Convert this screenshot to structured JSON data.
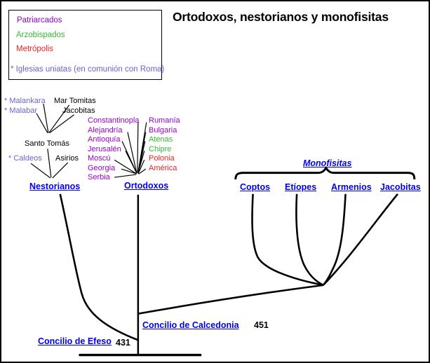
{
  "title": "Ortodoxos, nestorianos y monofisitas",
  "colors": {
    "patriarcado": "#9900CC",
    "arzobispado": "#33BB33",
    "metropolis": "#EE2222",
    "uniate": "#6666CC",
    "link": "#0000EE",
    "line": "#000000"
  },
  "legend": {
    "patriarcados": "Patriarcados",
    "arzobispados": "Arzobispados",
    "metropolis": "Metrópolis",
    "uniatas": "* Iglesias uniatas (en comunión con Roma)"
  },
  "nestorians": {
    "malankara": "* Malankara",
    "mar_tomitas": "Mar Tomitas",
    "malabar": "* Malabar",
    "jacobitas": "Jacobitas",
    "santo_tomas": "Santo Tomás",
    "caldeos": "* Caldeos",
    "asirios": "Asirios",
    "root": "Nestorianos"
  },
  "orthodox": {
    "root": "Ortodoxos",
    "left": [
      {
        "label": "Constantinopla",
        "rank": "patriarcado"
      },
      {
        "label": "Alejandría",
        "rank": "patriarcado"
      },
      {
        "label": "Antioquía",
        "rank": "patriarcado"
      },
      {
        "label": "Jerusalén",
        "rank": "patriarcado"
      },
      {
        "label": "Moscú",
        "rank": "patriarcado"
      },
      {
        "label": "Georgia",
        "rank": "patriarcado"
      },
      {
        "label": "Serbia",
        "rank": "patriarcado"
      }
    ],
    "right": [
      {
        "label": "Rumanía",
        "rank": "patriarcado"
      },
      {
        "label": "Bulgaria",
        "rank": "patriarcado"
      },
      {
        "label": "Atenas",
        "rank": "arzobispado"
      },
      {
        "label": "Chipre",
        "rank": "arzobispado"
      },
      {
        "label": "Polonia",
        "rank": "metropolis"
      },
      {
        "label": "América",
        "rank": "metropolis"
      }
    ]
  },
  "monophysites": {
    "header": "Monofisitas",
    "branches": [
      "Coptos",
      "Etíopes",
      "Armenios",
      "Jacobitas"
    ]
  },
  "councils": {
    "efeso": {
      "label": "Concilio de Efeso",
      "year": "431"
    },
    "calcedonia": {
      "label": "Concilio de Calcedonia",
      "year": "451"
    }
  }
}
